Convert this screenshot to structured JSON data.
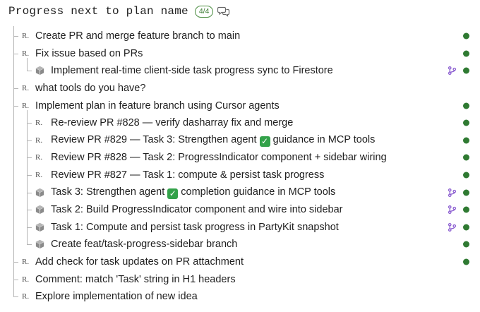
{
  "header": {
    "title": "Progress next to plan name",
    "badge": "4/4",
    "chat_icon": "chat-bubbles-icon"
  },
  "colors": {
    "status_dot": "#2f7a32",
    "branch_icon": "#8a5cd0",
    "badge_border": "#4a8c3f",
    "check": "#33a24a"
  },
  "items": [
    {
      "level": 0,
      "icon": "R.",
      "label": "Create PR and merge feature branch to main",
      "status": true,
      "branch": false
    },
    {
      "level": 0,
      "icon": "R.",
      "label": "Fix issue based on PRs",
      "status": true,
      "branch": false
    },
    {
      "level": 1,
      "icon": "box",
      "label": "Implement real-time client-side task progress sync to Firestore",
      "status": true,
      "branch": true
    },
    {
      "level": 0,
      "icon": "R.",
      "label": "what tools do you have?",
      "status": false,
      "branch": false
    },
    {
      "level": 0,
      "icon": "R.",
      "label": "Implement plan in feature branch using Cursor agents",
      "status": true,
      "branch": false
    },
    {
      "level": 1,
      "icon": "R.",
      "label": "Re-review PR #828 — verify dasharray fix and merge",
      "status": true,
      "branch": false
    },
    {
      "level": 1,
      "icon": "R.",
      "label_parts": [
        "Review PR #829 — Task 3: Strengthen agent ",
        " guidance in MCP tools"
      ],
      "status": true,
      "branch": false
    },
    {
      "level": 1,
      "icon": "R.",
      "label": "Review PR #828 — Task 2: ProgressIndicator component + sidebar wiring",
      "status": true,
      "branch": false
    },
    {
      "level": 1,
      "icon": "R.",
      "label": "Review PR #827 — Task 1: compute & persist task progress",
      "status": true,
      "branch": false
    },
    {
      "level": 1,
      "icon": "box",
      "label_parts": [
        "Task 3: Strengthen agent ",
        " completion guidance in MCP tools"
      ],
      "status": true,
      "branch": true
    },
    {
      "level": 1,
      "icon": "box",
      "label": "Task 2: Build ProgressIndicator component and wire into sidebar",
      "status": true,
      "branch": true
    },
    {
      "level": 1,
      "icon": "box",
      "label": "Task 1: Compute and persist task progress in PartyKit snapshot",
      "status": true,
      "branch": true
    },
    {
      "level": 1,
      "icon": "box",
      "label": "Create feat/task-progress-sidebar branch",
      "status": true,
      "branch": false
    },
    {
      "level": 0,
      "icon": "R.",
      "label": "Add check for task updates on PR attachment",
      "status": true,
      "branch": false
    },
    {
      "level": 0,
      "icon": "R.",
      "label": "Comment: match 'Task' string in H1 headers",
      "status": false,
      "branch": false
    },
    {
      "level": 0,
      "icon": "R.",
      "label": "Explore implementation of new idea",
      "status": false,
      "branch": false
    }
  ]
}
